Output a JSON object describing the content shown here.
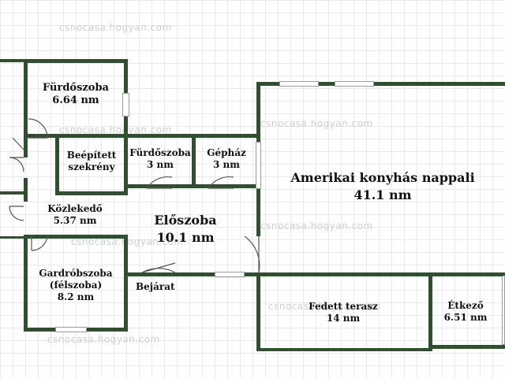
{
  "watermark": "csnocasa.hogyan.com",
  "rooms": {
    "bathroom_1": {
      "name": "Fürdőszoba",
      "area": "6.64 nm"
    },
    "builtin_wardrobe": {
      "line1": "Beépített",
      "line2": "szekrény"
    },
    "bathroom_2": {
      "name": "Fürdőszoba",
      "area": "3 nm"
    },
    "utility": {
      "name": "Gépház",
      "area": "3 nm"
    },
    "living": {
      "name": "Amerikai konyhás nappali",
      "area": "41.1 nm"
    },
    "corridor": {
      "name": "Közlekedő",
      "area": "5.37 nm"
    },
    "hall": {
      "name": "Előszoba",
      "area": "10.1 nm"
    },
    "dressing": {
      "line1": "Gardróbszoba",
      "line2": "(félszoba)",
      "area": "8.2 nm"
    },
    "entrance": {
      "name": "Bejárat"
    },
    "terrace": {
      "name": "Fedett terasz",
      "area": "14 nm"
    },
    "dining": {
      "name": "Étkező",
      "area": "6.51 nm"
    }
  },
  "colors": {
    "wall": "#2f4f2f",
    "grid": "#e9e9e9",
    "text": "#111111"
  }
}
